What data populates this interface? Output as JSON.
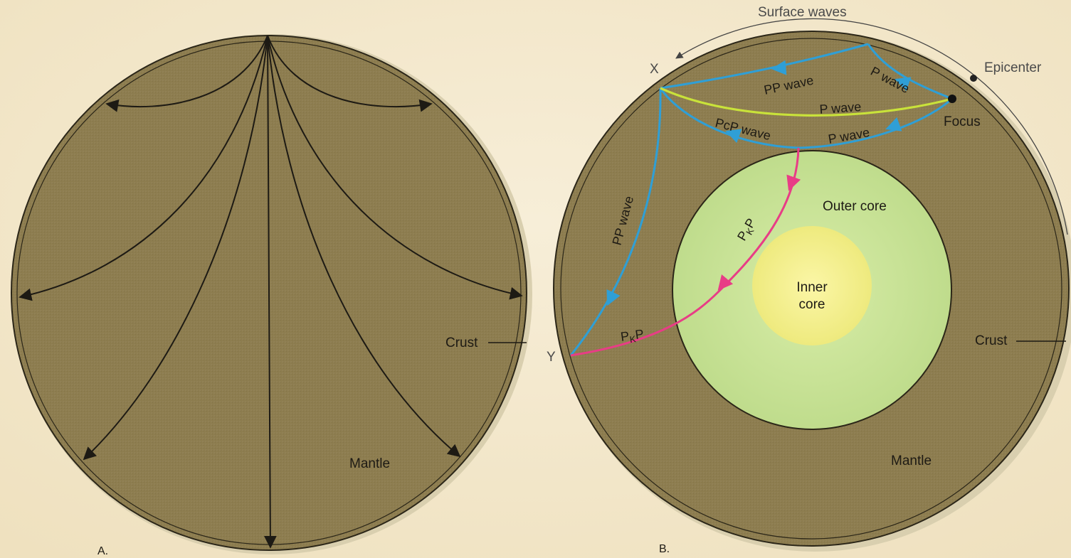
{
  "panel_a": {
    "label": "A.",
    "crust_label": "Crust",
    "mantle_label": "Mantle"
  },
  "panel_b": {
    "label": "B.",
    "surface_waves_label": "Surface waves",
    "epicenter_label": "Epicenter",
    "focus_label": "Focus",
    "point_x_label": "X",
    "point_y_label": "Y",
    "outer_core_label": "Outer core",
    "inner_core_label_line1": "Inner",
    "inner_core_label_line2": "core",
    "crust_label": "Crust",
    "mantle_label": "Mantle",
    "pp_wave_top_label": "PP wave",
    "p_wave_steep_label": "P wave",
    "p_wave_direct_label": "P wave",
    "pcp_wave_label": "PcP wave",
    "p_wave_lower_label": "P wave",
    "pp_wave_side_label": "PP wave",
    "pkp_upper_label": "PKP",
    "pkp_lower_label": "PKP"
  },
  "colors": {
    "mantle": "#8d7d4f",
    "outer_core": "#c9e59a",
    "inner_core": "#f3ef8a",
    "blue_wave": "#2f9fd6",
    "yellow_wave": "#c9e23a",
    "pink_wave": "#e83d86",
    "ray": "#1d1a14"
  }
}
